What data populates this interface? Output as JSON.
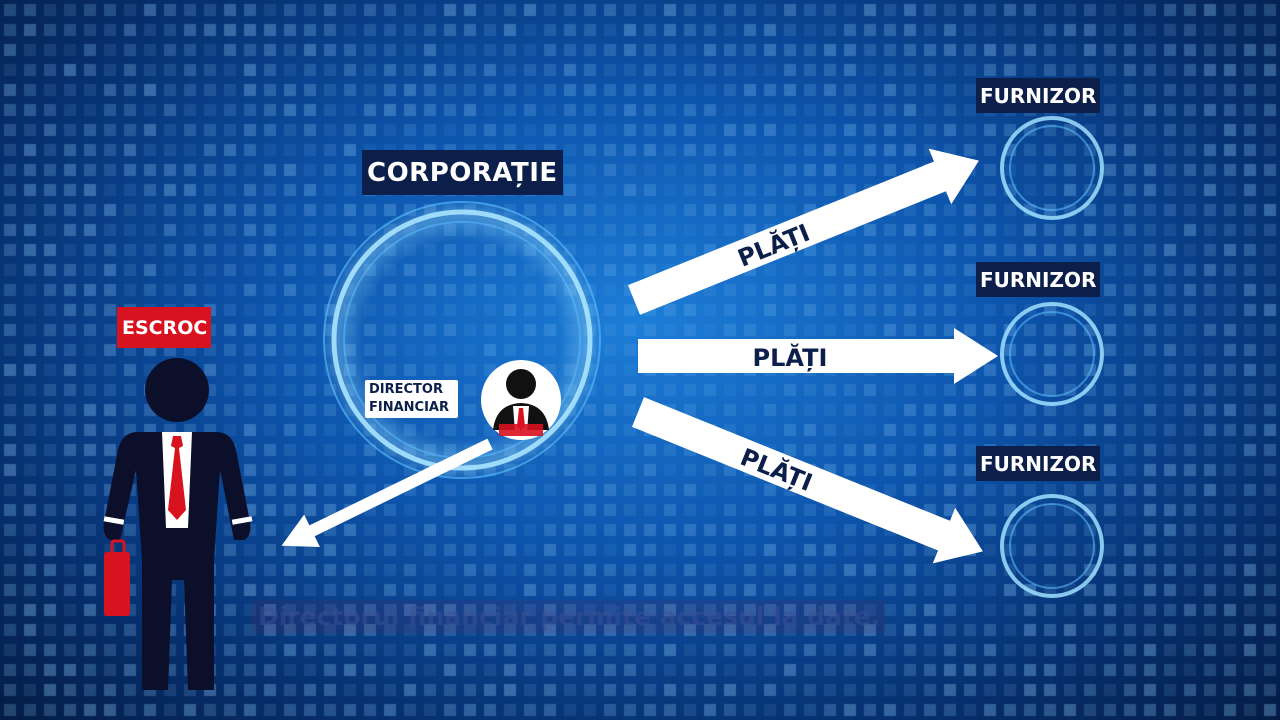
{
  "corporation": {
    "title": "CORPORAȚIE"
  },
  "suppliers": [
    {
      "label": "FURNIZOR"
    },
    {
      "label": "FURNIZOR"
    },
    {
      "label": "FURNIZOR"
    }
  ],
  "payments": [
    {
      "label": "PLĂȚI"
    },
    {
      "label": "PLĂȚI"
    },
    {
      "label": "PLĂȚI"
    }
  ],
  "fraudster": {
    "label": "ESCROC"
  },
  "director": {
    "line1": "DIRECTOR",
    "line2": "FINANCIAR"
  },
  "caption": "Directorul financiar permite accesul la date.",
  "colors": {
    "background": "#0d55ad",
    "label_box": "#0b1f4a",
    "fraudster_label": "#d9121f",
    "tie": "#d9121f",
    "arrow": "#ffffff",
    "ring": "#8fd8ff"
  }
}
